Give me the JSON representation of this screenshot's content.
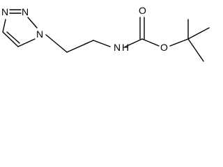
{
  "molecule": {
    "atoms": {
      "n_top": "N",
      "n_right": "N",
      "n_left": "N",
      "n_amide": "N",
      "h_amide": "H",
      "o_carbonyl": "O",
      "o_ester": "O"
    }
  },
  "colors": {
    "bond": "#000000",
    "background": "#ffffff"
  }
}
